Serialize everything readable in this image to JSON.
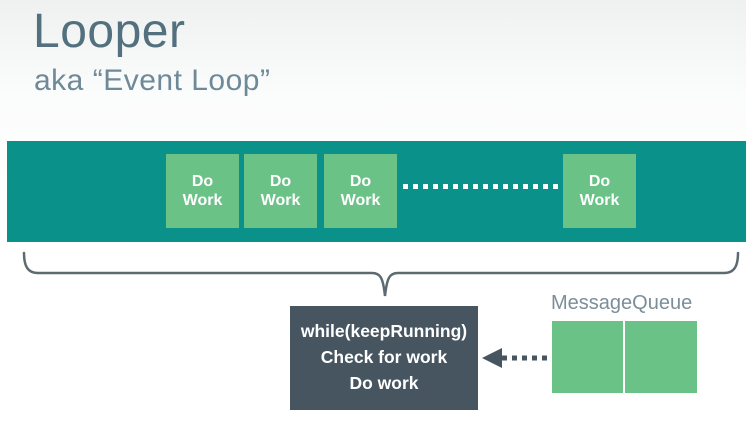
{
  "slide": {
    "title": "Looper",
    "subtitle": "aka “Event Loop”"
  },
  "looper_bar": {
    "boxes": [
      {
        "label": "Do Work"
      },
      {
        "label": "Do Work"
      },
      {
        "label": "Do Work"
      },
      {
        "label": "Do Work"
      }
    ],
    "ellipsis": "dotted-line-between-box-3-and-4"
  },
  "loop_box": {
    "line1": "while(keepRunning)",
    "line2": "Check for work",
    "line3": "Do work"
  },
  "message_queue": {
    "label": "MessageQueue",
    "cell_count": 2
  },
  "icons": {
    "arrow": "dotted-arrow-left-icon",
    "brace": "underbrace-pointing-down"
  },
  "colors": {
    "title-color": "#53707e",
    "subtitle-color": "#6e8998",
    "teal": "#0a9189",
    "green": "#6ac287",
    "dark": "#46555f",
    "brace-color": "#5d6a70",
    "label-color": "#7b8e9a"
  }
}
